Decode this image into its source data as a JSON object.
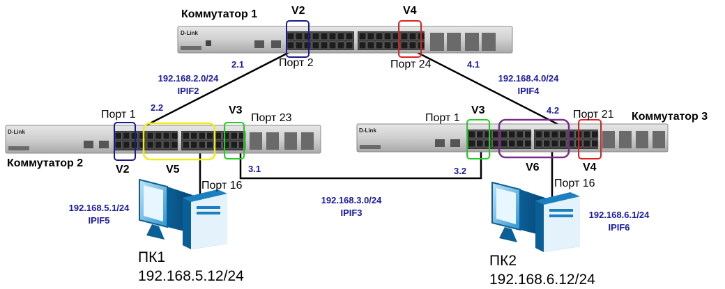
{
  "colors": {
    "vlan2": "#1a1a8c",
    "vlan3": "#22cc22",
    "vlan4": "#e02020",
    "vlan5": "#f2ea1a",
    "vlan6": "#7a2a8c",
    "ipif_text": "#1a1aa6",
    "link": "#000000"
  },
  "switches": [
    {
      "name": "Коммутатор 1",
      "brand": "D-Link",
      "top_labels": [
        "V2",
        "V4"
      ],
      "ports": [
        "Порт 2",
        "Порт 24"
      ]
    },
    {
      "name": "Коммутатор 2",
      "brand": "D-Link",
      "top_labels": [
        "V3"
      ],
      "bottom_labels": [
        "V2",
        "V5"
      ],
      "ports": [
        "Порт 1",
        "Порт 23",
        "Порт 16"
      ]
    },
    {
      "name": "Коммутатор 3",
      "brand": "D-Link",
      "top_labels": [
        "V3"
      ],
      "bottom_labels": [
        "V6",
        "V4"
      ],
      "ports": [
        "Порт 1",
        "Порт 21",
        "Порт 16"
      ]
    }
  ],
  "links": [
    {
      "endpoint_a": "2.1",
      "endpoint_b": "2.2",
      "subnet": "192.168.2.0/24",
      "ipif": "IPIF2"
    },
    {
      "endpoint_a": "4.1",
      "endpoint_b": "4.2",
      "subnet": "192.168.4.0/24",
      "ipif": "IPIF4"
    },
    {
      "endpoint_a": "3.1",
      "endpoint_b": "3.2",
      "subnet": "192.168.3.0/24",
      "ipif": "IPIF3"
    }
  ],
  "pcs": [
    {
      "name": "ПК1",
      "ip": "192.168.5.12/24",
      "gateway": "192.168.5.1/24",
      "ipif": "IPIF5"
    },
    {
      "name": "ПК2",
      "ip": "192.168.6.12/24",
      "gateway": "192.168.6.1/24",
      "ipif": "IPIF6"
    }
  ]
}
